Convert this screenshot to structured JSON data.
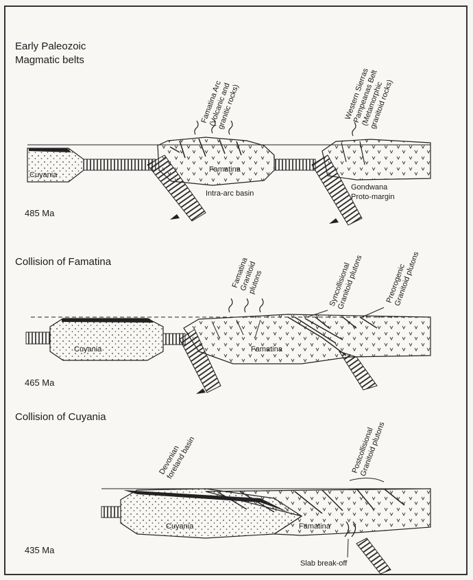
{
  "stages": [
    {
      "title_line1": "Early Paleozoic",
      "title_line2": "Magmatic belts",
      "age": "485 Ma",
      "labels": {
        "cuyania": "Cuyania",
        "famatina": "Famatina",
        "intra_arc": "Intra-arc basin",
        "gondwana_1": "Gondwana",
        "gondwana_2": "Proto-margin",
        "arc_1": "Famatina Arc",
        "arc_2": "(Volcanic and",
        "arc_3": "granitic rocks)",
        "west_1": "Western Sierras",
        "west_2": "Pampeanas Belt",
        "west_3": "(Metamorphic",
        "west_4": "granitoid rocks)"
      }
    },
    {
      "title": "Collision of Famatina",
      "age": "465 Ma",
      "labels": {
        "cuyania": "Cuyania",
        "famatina": "Famatina",
        "fam_gran_1": "Famatina",
        "fam_gran_2": "Granitoid",
        "fam_gran_3": "plutons",
        "syn_1": "Syncollisional",
        "syn_2": "Granitoid plutons",
        "pre_1": "Preorogenic",
        "pre_2": "Granitoid plutons"
      }
    },
    {
      "title": "Collision of Cuyania",
      "age": "435 Ma",
      "labels": {
        "cuyania": "Cuyania",
        "famatina": "Famatina",
        "devonian_1": "Devonian",
        "devonian_2": "foreland basin",
        "post_1": "Postcollisional",
        "post_2": "Granitoid plutons",
        "slab": "Slab break-off"
      }
    }
  ],
  "colors": {
    "ink": "#1a1a1a",
    "paper": "#f8f7f4",
    "frame": "#333333"
  }
}
